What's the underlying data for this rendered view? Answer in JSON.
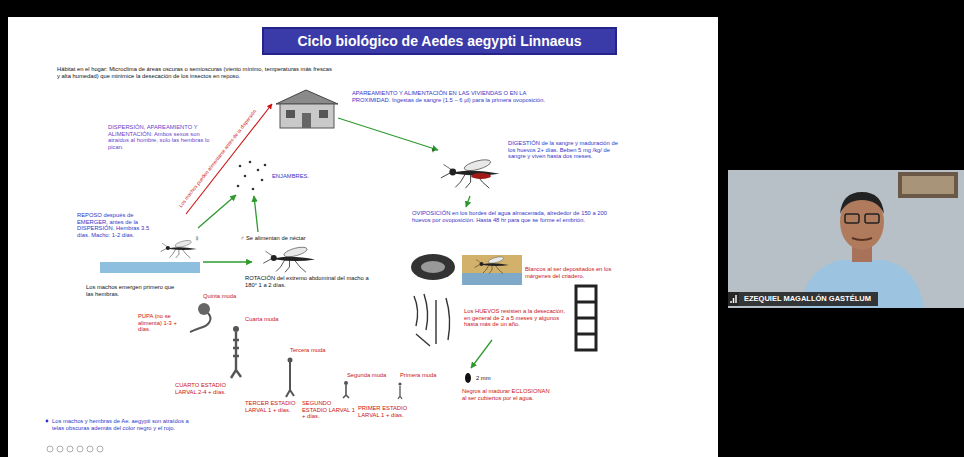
{
  "diagram": {
    "title": "Ciclo biológico de Aedes aegypti Linnaeus",
    "nodes": [
      {
        "text": [
          "EZEQUIEL MAGALLÓN GASTÉLUM"
        ]
      }
    ],
    "labels": [
      "Hábitat en el hogar: Microclima de áreas oscuras o semioscuras (viento mínimo, temperaturas más frescas y alta humedad) que minimice la desecación de los insectos en reposo.",
      "APAREAMIENTO Y ALIMENTACIÓN EN LAS VIVIENDAS O EN LA PROXIMIDAD. Ingestas de sangre (1.5 – 6 µl) para la primera ovoposición.",
      "DISPERSIÓN, APAREAMIENTO Y ALIMENTACIÓN: Ambos sexos son atraídos al hombre, solo las hembras lo pican.",
      "ENJAMBRES.",
      "Los machos pueden alimentarse antes de la dispersión",
      "♀",
      "♀",
      "DIGESTIÓN de la sangre y maduración de los huevos 2+ días. Beben 5 mg /kg/ de sangre y viven hasta dos meses.",
      "REPOSO después de EMERGER, antes de la DISPERSIÓN. Hembras 3.5 días. Macho: 1-2 días.",
      "Los machos emergen primero que las hembras.",
      "♂ Se alimentan de néctar",
      "ROTACIÓN del extremo abdominal del macho a 180° 1 a 2 días.",
      "OVIPOSICIÓN en los bordes del agua almacenada, alrededor de 150 a 200 huevos por ovoposición. Hasta 48 hr para que se forme el embrión.",
      "Blancos al ser depositados en los márgenes del criadero.",
      "Los HUEVOS resisten a la desecación, en general de 2 a 5 meses y algunos hasta más de un año.",
      "Quinta muda",
      "PUPA (no se alimenta) 1-3 + días.",
      "Cuarta muda",
      "CUARTO ESTADIO LARVAL 2-4 + días.",
      "Tercera muda",
      "TERCER ESTADIO LARVAL 1 + días.",
      "Segunda muda",
      "SEGUNDO ESTADIO LARVAL 1 + días.",
      "Primera muda",
      "PRIMER ESTADIO LARVAL 1 + días.",
      "2 mm",
      "Negros al madurar ECLOSIONAN al ser cubiertos por el agua.",
      "Los machos y hembras de Ae. aegypti son atraídos a telas obscuras además del color negro y el rojo."
    ]
  }
}
